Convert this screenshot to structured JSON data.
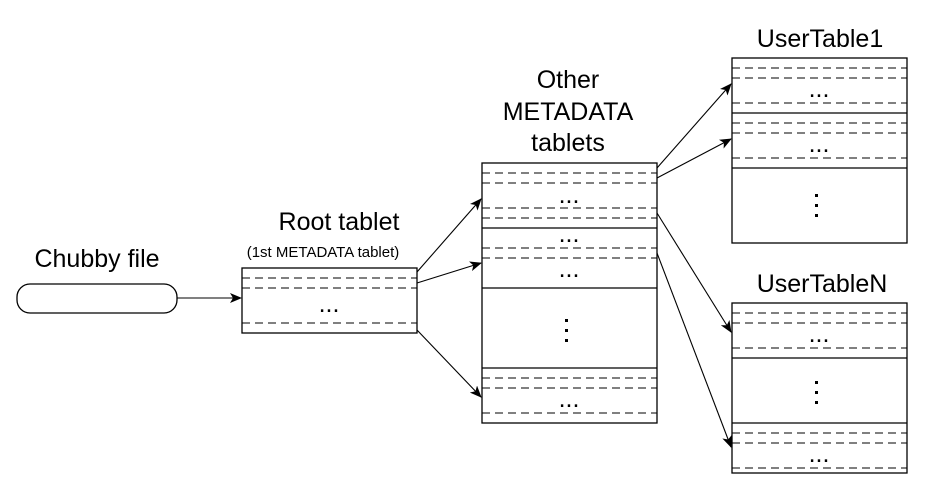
{
  "diagram": {
    "title": "Tablet location hierarchy",
    "nodes": {
      "chubby": {
        "label": "Chubby file"
      },
      "root": {
        "label": "Root tablet",
        "sublabel": "(1st METADATA tablet)"
      },
      "metadata": {
        "label_lines": [
          "Other",
          "METADATA",
          "tablets"
        ]
      },
      "usertable1": {
        "label": "UserTable1"
      },
      "usertableN": {
        "label": "UserTableN"
      }
    },
    "ellipsis": "...",
    "edges": [
      {
        "from": "chubby",
        "to": "root"
      },
      {
        "from": "root",
        "to": "metadata",
        "target_row": 1
      },
      {
        "from": "root",
        "to": "metadata",
        "target_row": 2
      },
      {
        "from": "root",
        "to": "metadata",
        "target_row": "last"
      },
      {
        "from": "metadata",
        "to": "usertable1",
        "target_row": 1
      },
      {
        "from": "metadata",
        "to": "usertable1",
        "target_row": 2
      },
      {
        "from": "metadata",
        "to": "usertableN",
        "target_row": 1
      },
      {
        "from": "metadata",
        "to": "usertableN",
        "target_row": "last"
      }
    ]
  }
}
